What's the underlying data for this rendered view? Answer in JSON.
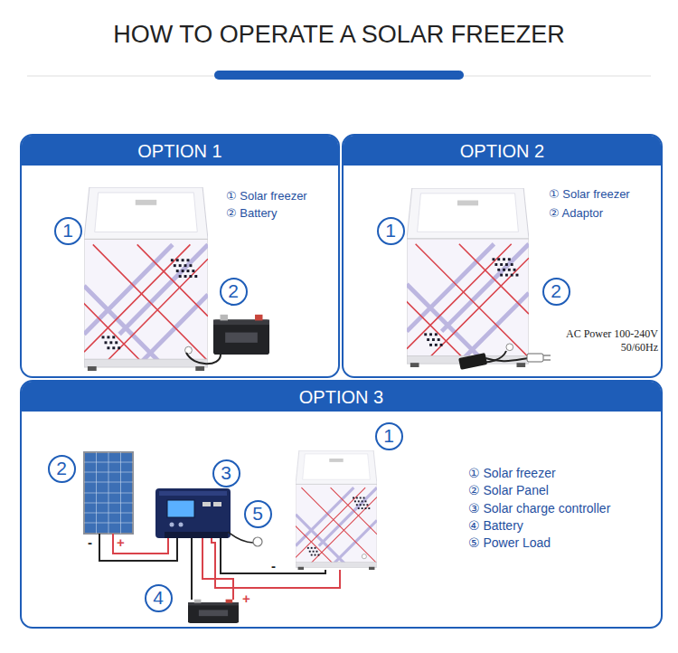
{
  "diagram": {
    "title": "HOW TO OPERATE A SOLAR FREEZER",
    "nodes": [
      {
        "text": [
          "OPTION 1"
        ]
      },
      {
        "text": [
          "1"
        ],
        "in": 0
      },
      {
        "text": [
          "2"
        ],
        "in": 0
      },
      {
        "text": [
          "OPTION 2"
        ]
      },
      {
        "text": [
          "1"
        ],
        "in": 3
      },
      {
        "text": [
          "2"
        ],
        "in": 3
      },
      {
        "text": [
          "OPTION 3"
        ]
      },
      {
        "text": [
          "1"
        ],
        "in": 6
      },
      {
        "text": [
          "2"
        ],
        "in": 6
      },
      {
        "text": [
          "3"
        ],
        "in": 6
      },
      {
        "text": [
          "5"
        ],
        "in": 6
      },
      {
        "text": [
          "4"
        ],
        "in": 6
      }
    ],
    "labels": [
      "① Solar freezer",
      "② Battery",
      "① Solar freezer",
      "② Adaptor",
      "AC Power 100-240V 50/60Hz",
      "① Solar freezer",
      "② Solar Panel",
      "③ Solar charge controller",
      "④ Battery",
      "⑤ Power Load",
      "-",
      "+",
      "-",
      "+"
    ]
  }
}
